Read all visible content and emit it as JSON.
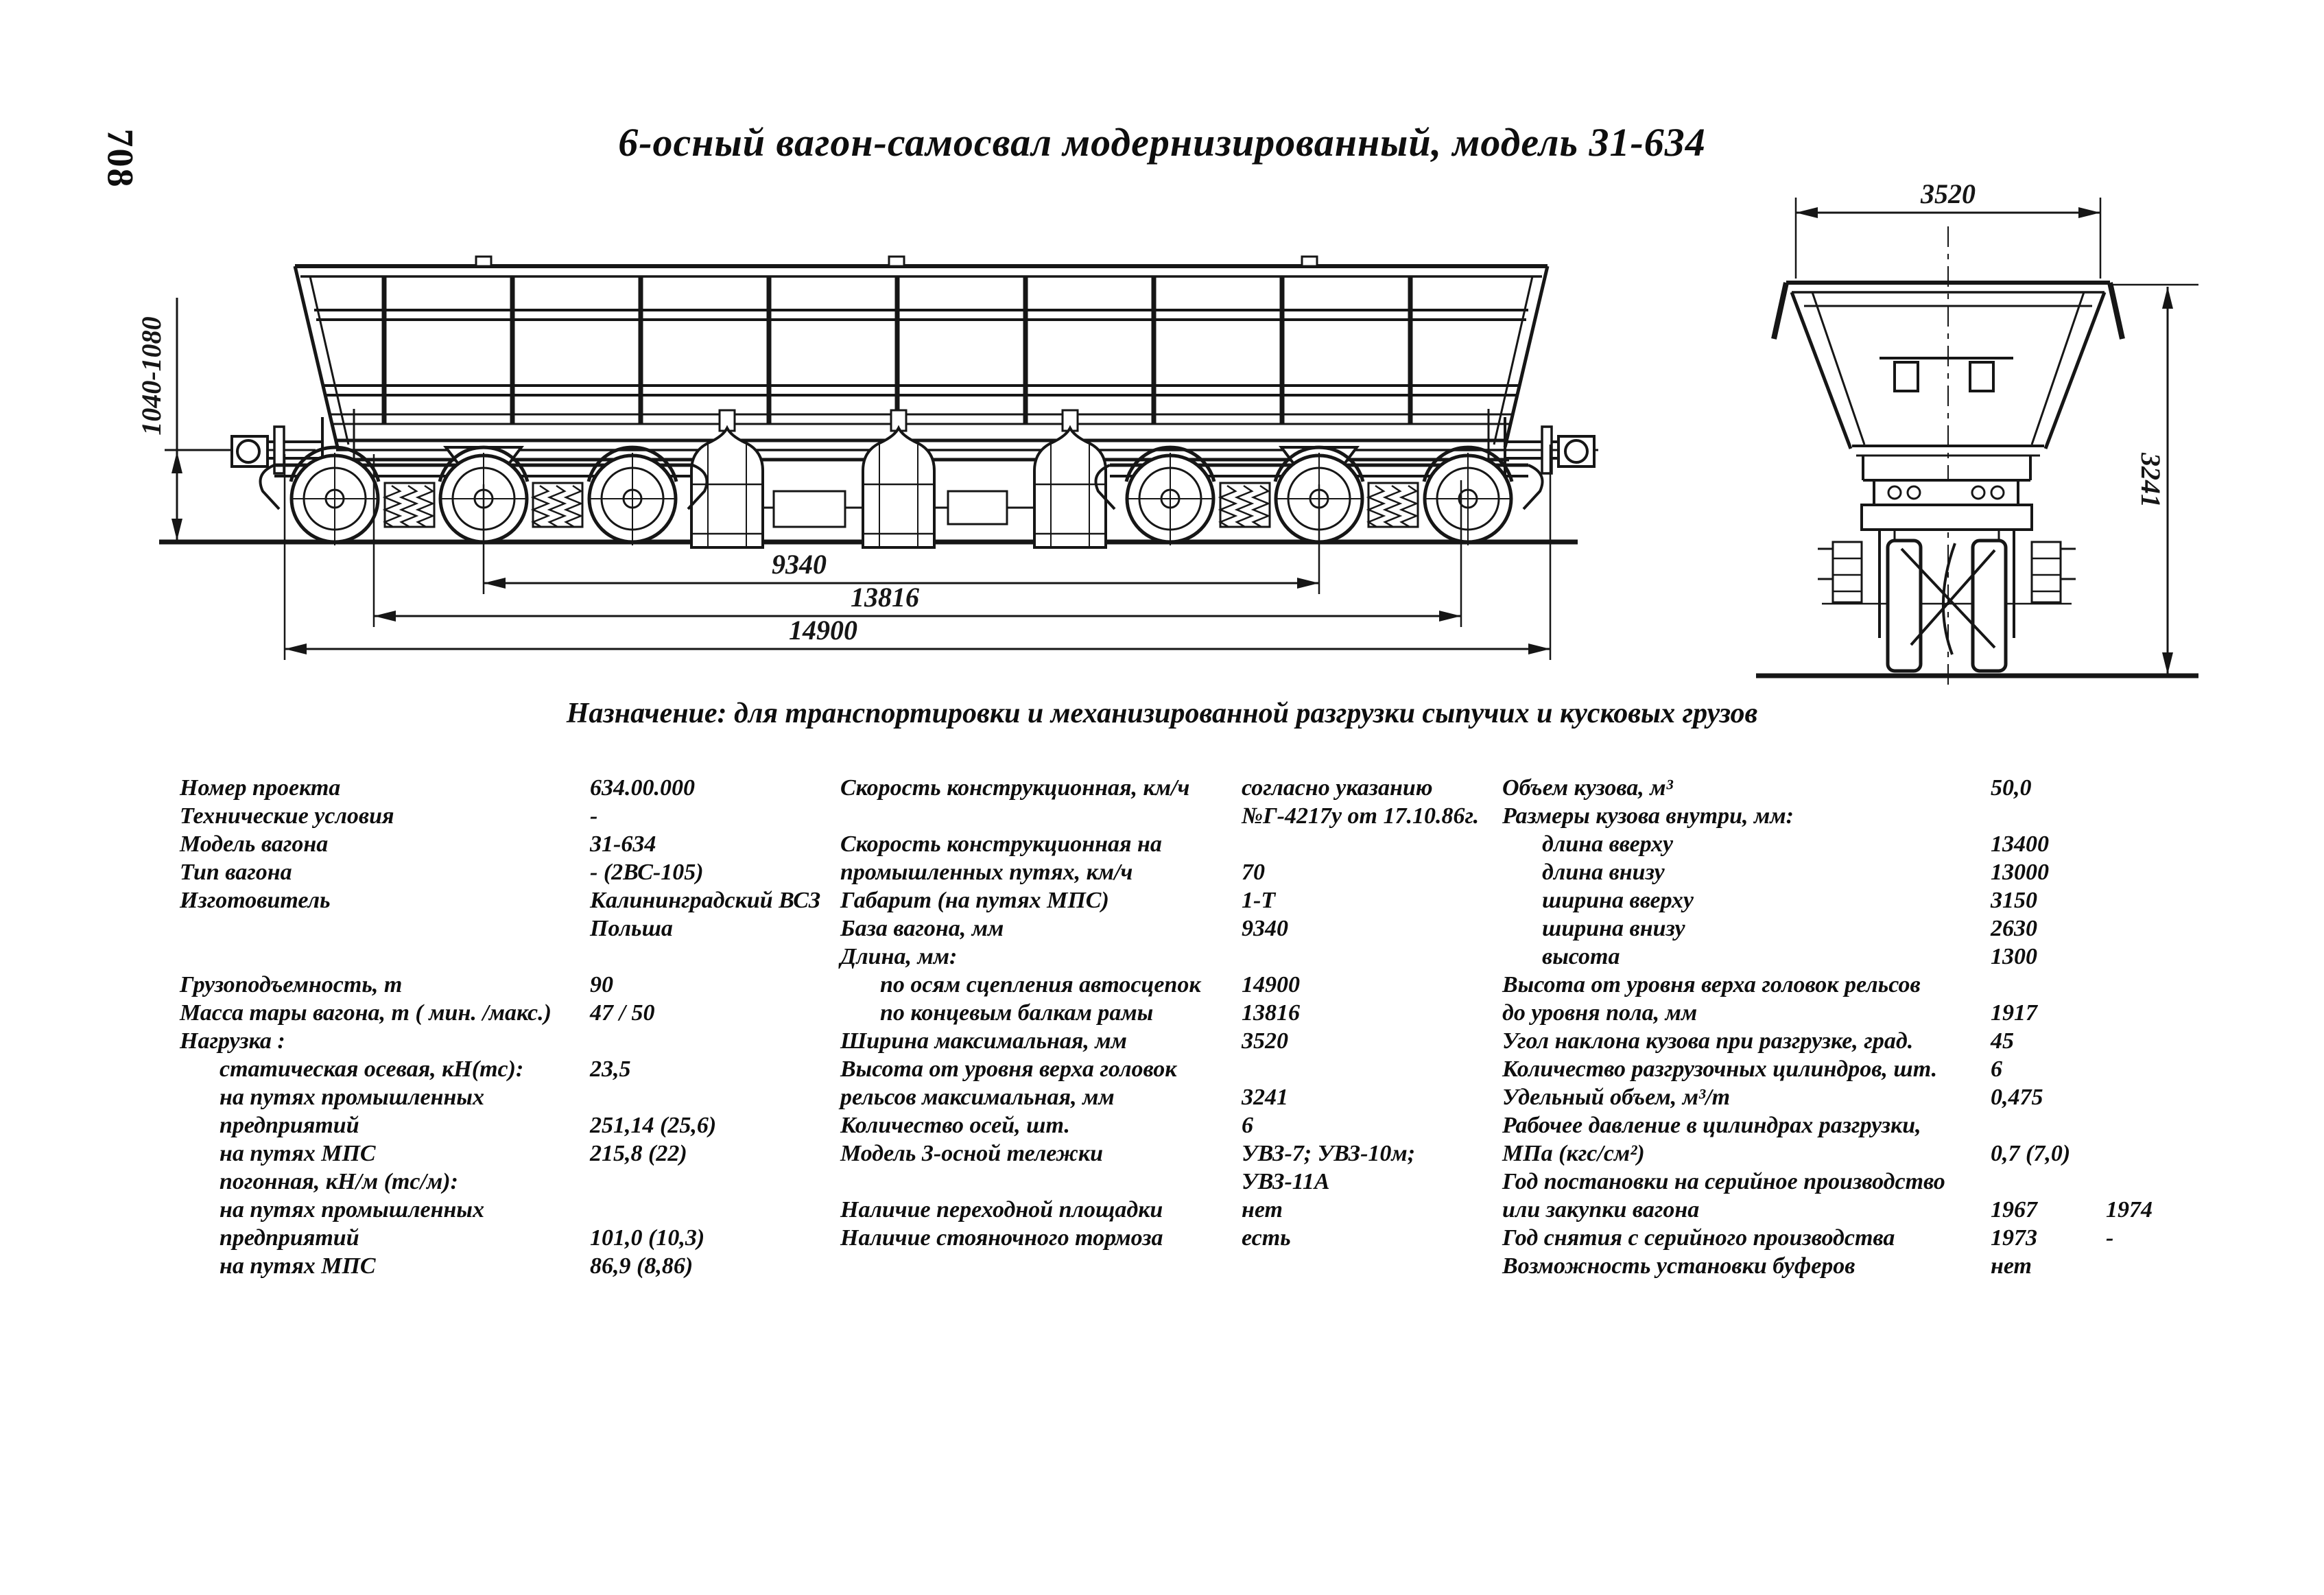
{
  "page_number": "708",
  "title": "6-осный вагон-самосвал модернизированный, модель 31-634",
  "purpose": "Назначение: для транспортировки и механизированной разгрузки сыпучих и кусковых грузов",
  "drawing": {
    "dim_coupler_height": "1040-1080",
    "dim_bogie_base": "9340",
    "dim_frame_length": "13816",
    "dim_total_length": "14900",
    "dim_width_top": "3520",
    "dim_max_height": "3241"
  },
  "specs": {
    "col1": [
      {
        "l": "Номер проекта",
        "v": "634.00.000"
      },
      {
        "l": "Технические условия",
        "v": "-"
      },
      {
        "l": "Модель вагона",
        "v": "31-634"
      },
      {
        "l": "Тип вагона",
        "v": "- (2ВС-105)"
      },
      {
        "l": "Изготовитель",
        "v": "Калининградский ВСЗ"
      },
      {
        "l": "",
        "v": "Польша"
      },
      {
        "l": "",
        "v": ""
      },
      {
        "l": "Грузоподъемность, т",
        "v": "90"
      },
      {
        "l": "Масса тары вагона, т ( мин. /макс.)",
        "v": "47 / 50"
      },
      {
        "l": "Нагрузка :",
        "v": ""
      },
      {
        "l": "статическая осевая, кН(тс):",
        "v": "23,5",
        "ind": true
      },
      {
        "l": "на путях промышленных",
        "v": "",
        "ind": true
      },
      {
        "l": "предприятий",
        "v": "251,14 (25,6)",
        "ind": true
      },
      {
        "l": "на путях МПС",
        "v": "215,8 (22)",
        "ind": true
      },
      {
        "l": "погонная, кН/м (тс/м):",
        "v": "",
        "ind": true
      },
      {
        "l": "на путях промышленных",
        "v": "",
        "ind": true
      },
      {
        "l": "предприятий",
        "v": "101,0 (10,3)",
        "ind": true
      },
      {
        "l": "на путях МПС",
        "v": "86,9 (8,86)",
        "ind": true
      }
    ],
    "col2": [
      {
        "l": "Скорость конструкционная, км/ч",
        "v": "согласно указанию"
      },
      {
        "l": "",
        "v": "№Г-4217у от 17.10.86г."
      },
      {
        "l": "Скорость конструкционная на",
        "v": ""
      },
      {
        "l": "промышленных путях, км/ч",
        "v": "70"
      },
      {
        "l": "Габарит (на путях МПС)",
        "v": "1-Т"
      },
      {
        "l": "База вагона, мм",
        "v": "9340"
      },
      {
        "l": "Длина, мм:",
        "v": ""
      },
      {
        "l": "по осям сцепления автосцепок",
        "v": "14900",
        "ind": true
      },
      {
        "l": "по концевым балкам рамы",
        "v": "13816",
        "ind": true
      },
      {
        "l": "Ширина максимальная, мм",
        "v": "3520"
      },
      {
        "l": "Высота от уровня верха головок",
        "v": ""
      },
      {
        "l": "рельсов максимальная, мм",
        "v": "3241"
      },
      {
        "l": "Количество осей, шт.",
        "v": "6"
      },
      {
        "l": "Модель 3-осной тележки",
        "v": "УВЗ-7; УВЗ-10м;"
      },
      {
        "l": "",
        "v": "УВЗ-11А"
      },
      {
        "l": "Наличие переходной площадки",
        "v": "нет"
      },
      {
        "l": "Наличие стояночного тормоза",
        "v": "есть"
      }
    ],
    "col3": [
      {
        "l": "Объем кузова, м³",
        "v": "50,0"
      },
      {
        "l": "Размеры кузова внутри, мм:",
        "v": ""
      },
      {
        "l": "длина вверху",
        "v": "13400",
        "ind": true
      },
      {
        "l": "длина внизу",
        "v": "13000",
        "ind": true
      },
      {
        "l": "ширина вверху",
        "v": "3150",
        "ind": true
      },
      {
        "l": "ширина внизу",
        "v": "2630",
        "ind": true
      },
      {
        "l": "высота",
        "v": "1300",
        "ind": true
      },
      {
        "l": "Высота от уровня верха головок рельсов",
        "v": ""
      },
      {
        "l": "до уровня пола, мм",
        "v": "1917"
      },
      {
        "l": "Угол наклона кузова при разгрузке, град.",
        "v": "45"
      },
      {
        "l": "Количество разгрузочных цилиндров, шт.",
        "v": "6"
      },
      {
        "l": "Удельный объем, м³/т",
        "v": "0,475"
      },
      {
        "l": "Рабочее давление в цилиндрах разгрузки,",
        "v": ""
      },
      {
        "l": "МПа (кгс/см²)",
        "v": "0,7 (7,0)"
      },
      {
        "l": "Год постановки на серийное производство",
        "v": ""
      },
      {
        "l": "или закупки вагона",
        "v": "1967",
        "v2": "1974"
      },
      {
        "l": "Год снятия с серийного производства",
        "v": "1973",
        "v2": "-"
      },
      {
        "l": "Возможность установки буферов",
        "v": "нет"
      }
    ]
  }
}
